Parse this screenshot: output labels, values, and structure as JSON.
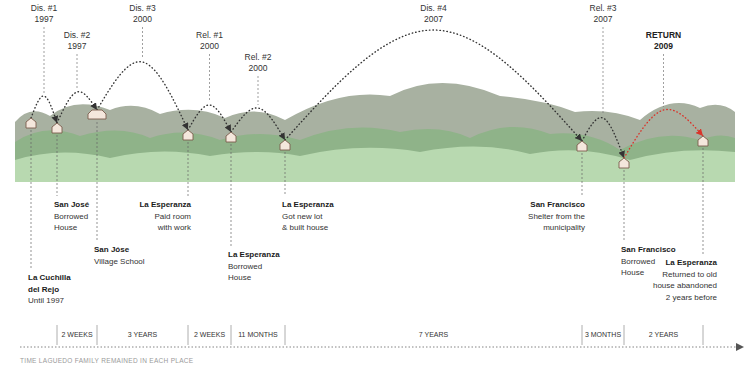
{
  "diagram": {
    "nodes": [
      {
        "text": [
          "La Cuchilla del Rejo",
          "Until 1997"
        ]
      },
      {
        "text": [
          "San José",
          "Borrowed House"
        ]
      },
      {
        "text": [
          "San Jóse",
          "Village School"
        ]
      },
      {
        "text": [
          "La Esperanza",
          "Paid room with work"
        ]
      },
      {
        "text": [
          "La Esperanza",
          "Borrowed House"
        ]
      },
      {
        "text": [
          "La Esperanza",
          "Got new lot & built house"
        ]
      },
      {
        "text": [
          "San Francisco",
          "Shelter from the municipality"
        ]
      },
      {
        "text": [
          "San Francisco",
          "Borrowed House"
        ]
      },
      {
        "text": [
          "La Esperanza",
          "Returned to old house abandoned 2 years before"
        ]
      }
    ],
    "edges": [
      {
        "from": 0,
        "to": 1,
        "arrow": "to",
        "label": "Dis. #1 1997"
      },
      {
        "from": 1,
        "to": 2,
        "arrow": "to",
        "label": "Dis. #2 1997"
      },
      {
        "from": 2,
        "to": 3,
        "arrow": "to",
        "label": "Dis. #3 2000"
      },
      {
        "from": 3,
        "to": 4,
        "arrow": "to",
        "label": "Rel. #1 2000"
      },
      {
        "from": 4,
        "to": 5,
        "arrow": "to",
        "label": "Rel. #2 2000"
      },
      {
        "from": 5,
        "to": 6,
        "arrow": "to",
        "label": "Dis. #4 2007"
      },
      {
        "from": 6,
        "to": 7,
        "arrow": "to",
        "label": "Rel. #3 2007"
      },
      {
        "from": 7,
        "to": 8,
        "arrow": "to",
        "label": "RETURN 2009"
      }
    ],
    "labels": [
      "2 WEEKS",
      "3 YEARS",
      "2 WEEKS",
      "11 MONTHS",
      "7 YEARS",
      "3 MONTHS",
      "2 YEARS",
      "TIME LAGUEDO FAMILY REMAINED IN EACH PLACE"
    ]
  }
}
